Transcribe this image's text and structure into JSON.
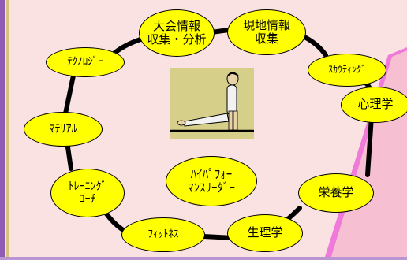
{
  "nodes": {
    "n1": "大会情報\n収集・分析",
    "n2": "現地情報\n収集",
    "n3": "ｽｶｳﾃｨﾝｸﾞ",
    "n4": "心理学",
    "n5": "栄養学",
    "n6": "生理学",
    "n7": "ﾌｨｯﾄﾈｽ",
    "n8": "ﾄﾚｰﾆﾝｸﾞ\nｺｰﾁ",
    "n9": "ﾏﾃﾘｱﾙ",
    "n10": "ﾃｸﾉﾛｼﾞｰ",
    "center": "ﾊｲﾊﾟﾌｫｰ\nﾏﾝｽﾘｰﾀﾞｰ"
  },
  "colors": {
    "node_fill": "#ffff00",
    "background": "#fbe2e2",
    "accent_stripe": "#f07ad9"
  }
}
